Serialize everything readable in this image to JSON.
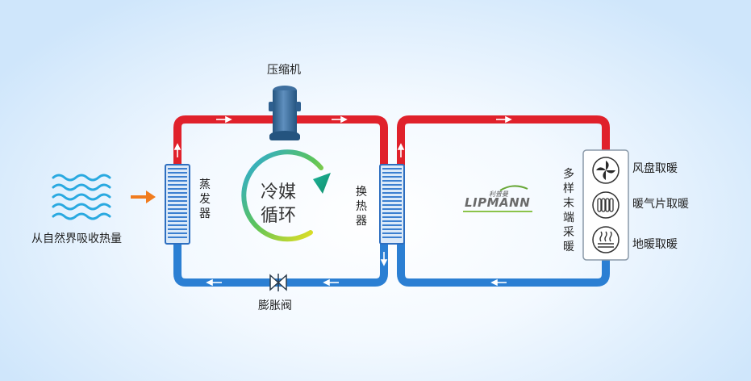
{
  "labels": {
    "compressor": "压缩机",
    "evaporator": "蒸发器",
    "heat_exchanger": "换热器",
    "expansion_valve": "膨胀阀",
    "absorb_heat": "从自然界吸收热量",
    "cycle_line1": "冷媒",
    "cycle_line2": "循环",
    "terminals": "多样末端采暖"
  },
  "terminal_items": [
    {
      "label": "风盘取暖",
      "icon": "fan-coil-icon"
    },
    {
      "label": "暖气片取暖",
      "icon": "radiator-icon"
    },
    {
      "label": "地暖取暖",
      "icon": "floor-heating-icon"
    }
  ],
  "logo": {
    "text": "LIPMANN",
    "subtext": "利普曼"
  },
  "colors": {
    "hot_pipe": "#e0212b",
    "cold_pipe": "#2b7fd3",
    "coil": "#3b7fd0",
    "compressor": "#2e5f8f",
    "arrow_orange": "#f07c1e",
    "waves": "#29a9e0"
  }
}
